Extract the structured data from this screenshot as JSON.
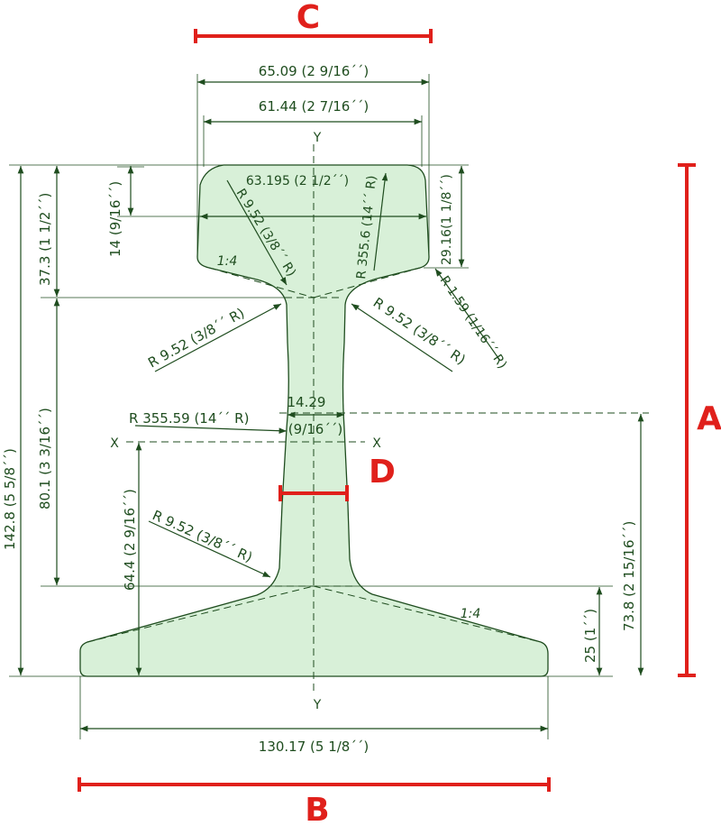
{
  "colors": {
    "profile_fill": "#d8f0d8",
    "line": "#1f4d1f",
    "accent": "#e0201b"
  },
  "labels": {
    "A": "A",
    "B": "B",
    "C": "C",
    "D": "D"
  },
  "axes": {
    "y_top": "Y",
    "y_bottom": "Y",
    "x_left": "X",
    "x_right": "X"
  },
  "dims": {
    "head_outer": "65.09 (2 9/16´´)",
    "head_inner": "61.44 (2 7/16´´)",
    "head_top": "63.195 (2 1/2´´)",
    "head_radius_top": "R 355.6 (14´´ R)",
    "head_radius_side": "R 9.52 (3/8´´ R)",
    "head_depth": "14 (9/16´´)",
    "head_height": "37.3 (1 1/2´´)",
    "head_side": "29.16(1 1/8´´)",
    "head_taper": "1:4",
    "corner_radius": "R 1.59 (1/16´´ R)",
    "fillet_left": "R 9.52 (3/8´´ R)",
    "fillet_right": "R 9.52 (3/8´´ R)",
    "web_thickness_mm": "14.29",
    "web_thickness_in": "(9/16´´)",
    "web_radius": "R 355.59 (14´´ R)",
    "web_height": "80.1 (3 3/16´´)",
    "total_height": "142.8 (5 5/8´´)",
    "neutral_axis": "64.4 (2 9/16´´)",
    "fillet_base": "R 9.52 (3/8´´ R)",
    "base_taper": "1:4",
    "base_to_axis": "73.8 (2 15/16´´)",
    "base_edge": "25 (1´´)",
    "base_width": "130.17 (5 1/8´´)"
  }
}
